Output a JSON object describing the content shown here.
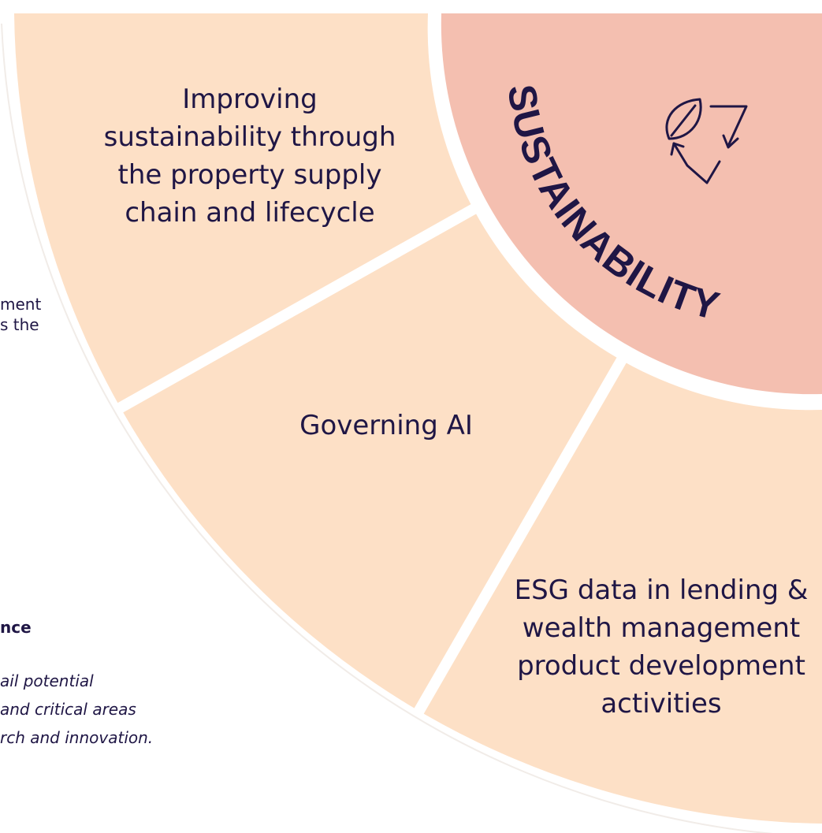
{
  "diagram": {
    "center_label": "SUSTAINABILITY",
    "center_icon": "leaf-recycle-icon",
    "segments": [
      {
        "id": "supply-chain",
        "lines": [
          "Improving",
          "sustainability through",
          "the property supply",
          "chain and lifecycle"
        ]
      },
      {
        "id": "governing-ai",
        "lines": [
          "Governing AI"
        ]
      },
      {
        "id": "esg-data",
        "lines": [
          "ESG data in lending &",
          "wealth management",
          "product development",
          "activities"
        ]
      }
    ],
    "colors": {
      "segment_fill": "#fde0c6",
      "center_fill": "#f4bfb0",
      "text": "#1f1645",
      "divider": "#ffffff",
      "outer_edge": "#f1ece8"
    }
  },
  "side_text": {
    "fragment_1": "ment",
    "fragment_2": "s the",
    "heading": "nce",
    "italic_lines": [
      "ail potential",
      "and critical areas",
      "rch and innovation."
    ]
  }
}
